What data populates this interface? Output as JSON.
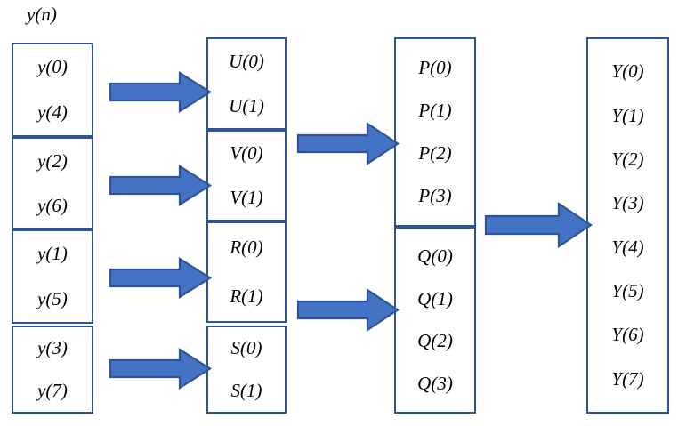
{
  "diagram": {
    "title_label": "y(n)",
    "colors": {
      "box_border": "#2E5496",
      "arrow_fill": "#4472C4",
      "arrow_stroke": "#2E5496",
      "background": "#FFFFFF",
      "text": "#000000"
    },
    "stages": [
      {
        "name": "stage-input",
        "groups": [
          {
            "name": "group-y0-y4",
            "cells": [
              "y(0)",
              "y(4)"
            ]
          },
          {
            "name": "group-y2-y6",
            "cells": [
              "y(2)",
              "y(6)"
            ]
          },
          {
            "name": "group-y1-y5",
            "cells": [
              "y(1)",
              "y(5)"
            ]
          },
          {
            "name": "group-y3-y7",
            "cells": [
              "y(3)",
              "y(7)"
            ]
          }
        ]
      },
      {
        "name": "stage-2point-dft",
        "groups": [
          {
            "name": "group-U",
            "cells": [
              "U(0)",
              "U(1)"
            ]
          },
          {
            "name": "group-V",
            "cells": [
              "V(0)",
              "V(1)"
            ]
          },
          {
            "name": "group-R",
            "cells": [
              "R(0)",
              "R(1)"
            ]
          },
          {
            "name": "group-S",
            "cells": [
              "S(0)",
              "S(1)"
            ]
          }
        ]
      },
      {
        "name": "stage-4point-dft",
        "groups": [
          {
            "name": "group-P",
            "cells": [
              "P(0)",
              "P(1)",
              "P(2)",
              "P(3)"
            ]
          },
          {
            "name": "group-Q",
            "cells": [
              "Q(0)",
              "Q(1)",
              "Q(2)",
              "Q(3)"
            ]
          }
        ]
      },
      {
        "name": "stage-8point-dft",
        "groups": [
          {
            "name": "group-Y",
            "cells": [
              "Y(0)",
              "Y(1)",
              "Y(2)",
              "Y(3)",
              "Y(4)",
              "Y(5)",
              "Y(6)",
              "Y(7)"
            ]
          }
        ]
      }
    ],
    "arrows": [
      {
        "name": "arrow-y04-to-U",
        "icon": "right-arrow-icon"
      },
      {
        "name": "arrow-y26-to-V",
        "icon": "right-arrow-icon"
      },
      {
        "name": "arrow-y15-to-R",
        "icon": "right-arrow-icon"
      },
      {
        "name": "arrow-y37-to-S",
        "icon": "right-arrow-icon"
      },
      {
        "name": "arrow-UV-to-P",
        "icon": "right-arrow-icon"
      },
      {
        "name": "arrow-RS-to-Q",
        "icon": "right-arrow-icon"
      },
      {
        "name": "arrow-PQ-to-Y",
        "icon": "right-arrow-icon"
      }
    ]
  }
}
